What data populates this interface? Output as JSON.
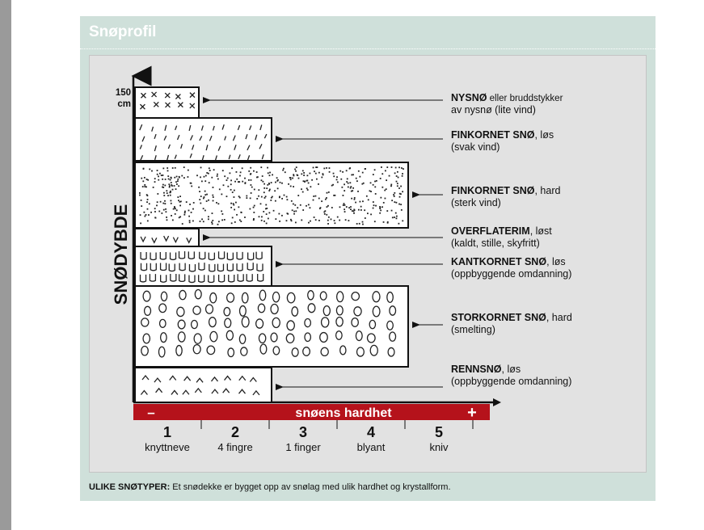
{
  "panel": {
    "title": "Snøprofil",
    "caption_bold": "ULIKE SNØTYPER:",
    "caption_text": "Et snødekke er bygget opp av snølag med ulik hardhet og krystallform."
  },
  "diagram": {
    "y_axis_label": "SNØDYBDE",
    "y_top_value": "150",
    "y_top_unit": "cm",
    "hardness_label": "snøens hardhet",
    "minus_symbol": "–",
    "plus_symbol": "+",
    "ticks": [
      {
        "num": "1",
        "label": "knyttneve"
      },
      {
        "num": "2",
        "label": "4 fingre"
      },
      {
        "num": "3",
        "label": "1 finger"
      },
      {
        "num": "4",
        "label": "blyant"
      },
      {
        "num": "5",
        "label": "kniv"
      }
    ],
    "layers": [
      {
        "id": "nysno",
        "bold": "NYSNØ",
        "rest": " eller bruddstykker",
        "line2": "av nysnø (lite vind)",
        "hardness": 1,
        "pattern": "cross"
      },
      {
        "id": "finkornet-los",
        "bold": "FINKORNET SNØ",
        "rest": ", løs",
        "line2": "(svak vind)",
        "hardness": 2,
        "pattern": "dash"
      },
      {
        "id": "finkornet-hard",
        "bold": "FINKORNET SNØ",
        "rest": ", hard",
        "line2": "(sterk vind)",
        "hardness": 4,
        "pattern": "dot"
      },
      {
        "id": "overflaterim",
        "bold": "OVERFLATERIM",
        "rest": ", løst",
        "line2": "(kaldt, stille, skyfritt)",
        "hardness": 1,
        "pattern": "v"
      },
      {
        "id": "kantkornet",
        "bold": "KANTKORNET SNØ",
        "rest": ", løs",
        "line2": "(oppbyggende omdanning)",
        "hardness": 2,
        "pattern": "cup"
      },
      {
        "id": "storkornet",
        "bold": "STORKORNET SNØ",
        "rest": ", hard",
        "line2": "(smelting)",
        "hardness": 4,
        "pattern": "circle"
      },
      {
        "id": "rennsno",
        "bold": "RENNSNØ",
        "rest": ", løs",
        "line2": "(oppbyggende omdanning)",
        "hardness": 2,
        "pattern": "chevron"
      }
    ]
  }
}
